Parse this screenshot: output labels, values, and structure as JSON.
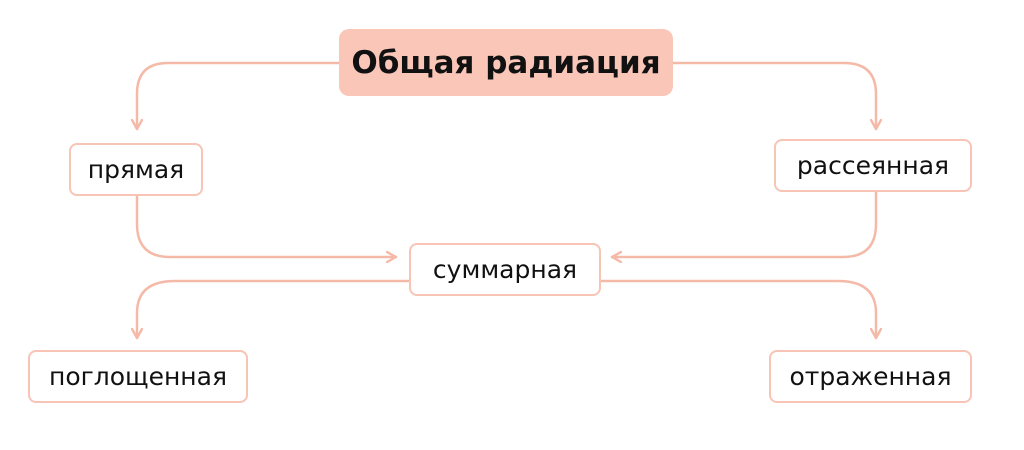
{
  "diagram": {
    "nodes": {
      "total": "Общая радиация",
      "direct": "прямая",
      "diffuse": "рассеянная",
      "sum": "суммарная",
      "absorbed": "поглощенная",
      "reflected": "отраженная"
    },
    "edges": [
      {
        "from": "total",
        "to": "direct"
      },
      {
        "from": "total",
        "to": "diffuse"
      },
      {
        "from": "direct",
        "to": "sum"
      },
      {
        "from": "diffuse",
        "to": "sum"
      },
      {
        "from": "sum",
        "to": "absorbed"
      },
      {
        "from": "sum",
        "to": "reflected"
      }
    ],
    "colors": {
      "accent_fill": "#f9c6b8",
      "border": "#f7c4b6",
      "connector": "#f5b9a8",
      "text": "#111111"
    }
  }
}
